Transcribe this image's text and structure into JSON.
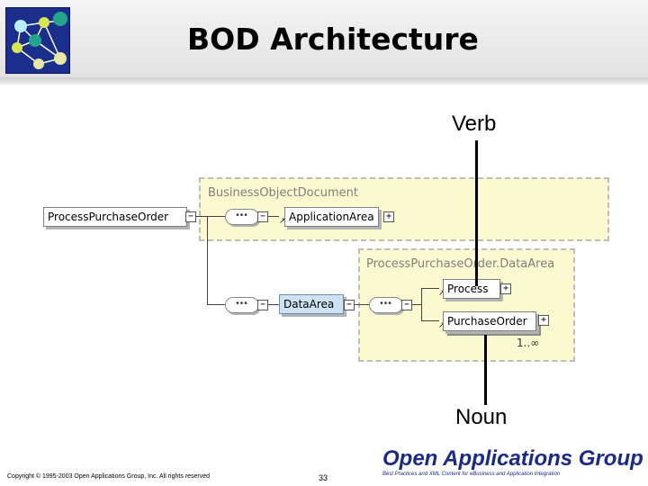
{
  "header": {
    "title": "BOD Architecture"
  },
  "diagram": {
    "root": "ProcessPurchaseOrder",
    "bod_band_label": "BusinessObjectDocument",
    "application_area": "ApplicationArea",
    "data_area": "DataArea",
    "data_area_band_label": "ProcessPurchaseOrder.DataArea",
    "process": "Process",
    "purchase_order": "PurchaseOrder",
    "multiplicity": "1..∞",
    "sequence_glyph": "•••",
    "plus": "+",
    "minus": "−"
  },
  "annotations": {
    "verb": "Verb",
    "noun": "Noun"
  },
  "footer": {
    "copyright": "Copyright © 1995-2003 Open Applications Group, Inc. All rights reserved",
    "page_number": "33",
    "org_name": "Open Applications Group",
    "tagline": "Best Practices and XML Content for eBusiness and Application Integration"
  },
  "colors": {
    "band": "#fbf9d0",
    "data_area_box": "#cde2f2",
    "logo_bg": "#1c2e8c"
  }
}
